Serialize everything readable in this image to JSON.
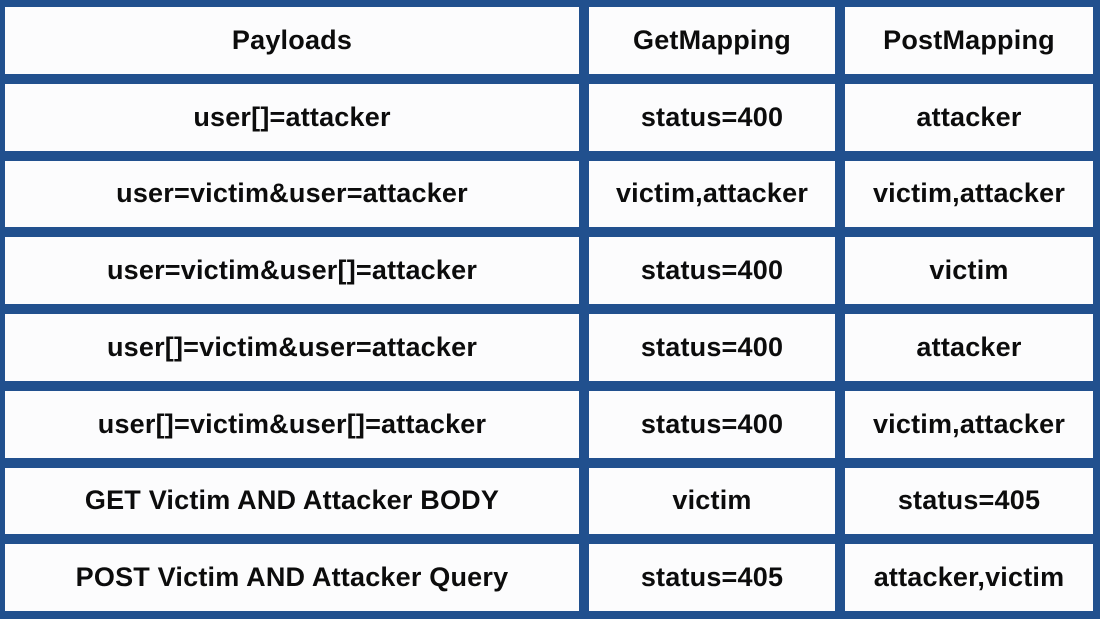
{
  "colors": {
    "background": "#21508E",
    "cell": "#FCFCFD",
    "text": "#0C0C0C"
  },
  "chart_data": {
    "type": "table",
    "title": "",
    "columns": [
      "Payloads",
      "GetMapping",
      "PostMapping"
    ],
    "rows": [
      [
        "user[]=attacker",
        "status=400",
        "attacker"
      ],
      [
        "user=victim&user=attacker",
        "victim,attacker",
        "victim,attacker"
      ],
      [
        "user=victim&user[]=attacker",
        "status=400",
        "victim"
      ],
      [
        "user[]=victim&user=attacker",
        "status=400",
        "attacker"
      ],
      [
        "user[]=victim&user[]=attacker",
        "status=400",
        "victim,attacker"
      ],
      [
        "GET Victim AND Attacker BODY",
        "victim",
        "status=405"
      ],
      [
        "POST Victim AND Attacker Query",
        "status=405",
        "attacker,victim"
      ]
    ],
    "layout": {
      "grid": false,
      "legend": "none",
      "cell_style": "white cells on navy background, bold centered text"
    }
  }
}
